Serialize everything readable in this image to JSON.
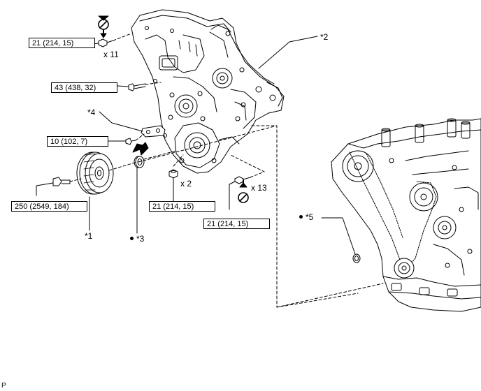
{
  "torque_specs": {
    "bolt_top": "21 (214, 15)",
    "bolt_43": "43 (438, 32)",
    "bolt_10": "10 (102, 7)",
    "bolt_250": "250 (2549, 184)",
    "nut_mid": "21 (214, 15)",
    "bolt_right": "21 (214, 15)"
  },
  "quantities": {
    "top": "x 11",
    "nut": "x 2",
    "right": "x 13"
  },
  "callouts": {
    "c1": "*1",
    "c2": "*2",
    "c3": "*3",
    "c4": "*4",
    "c5": "*5"
  },
  "corner_mark": "P"
}
